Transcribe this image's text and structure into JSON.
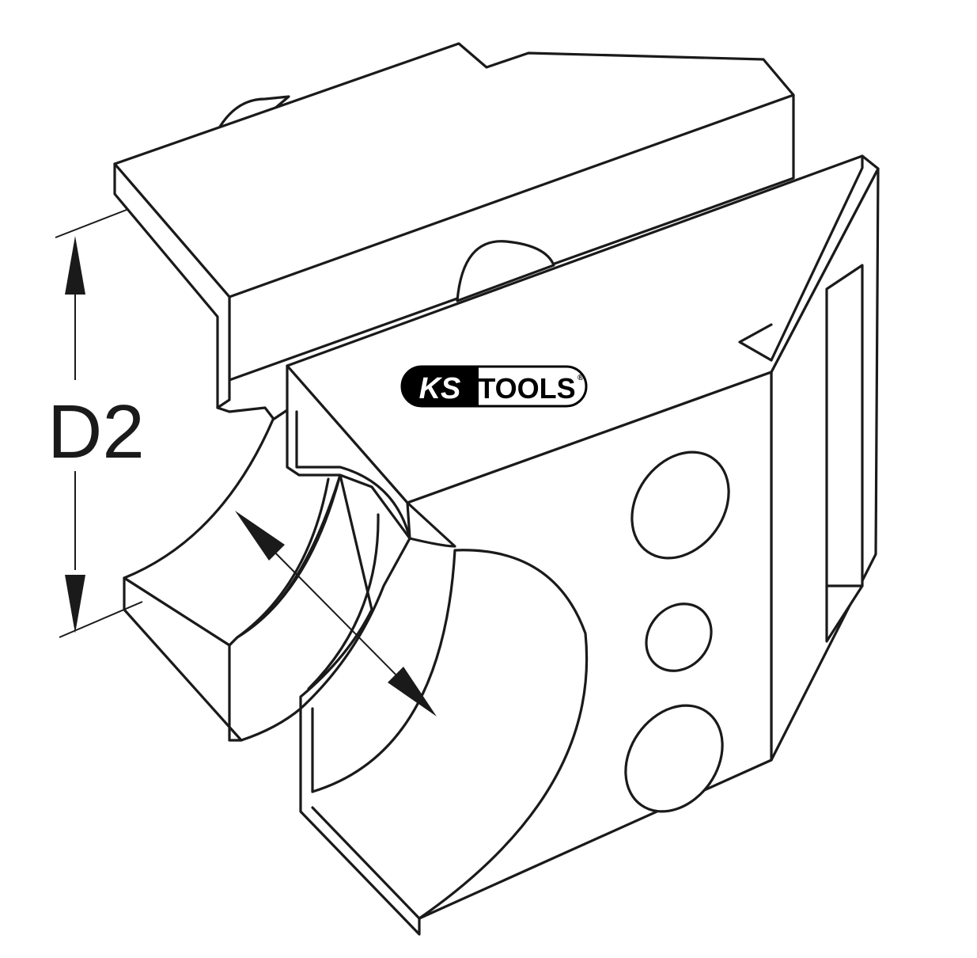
{
  "diagram": {
    "dimension_label": "D2",
    "logo": {
      "text_left": "KS",
      "text_right": "TOOLS",
      "registered": "®",
      "color_dark": "#000000",
      "color_light": "#ffffff"
    },
    "line_color": "#1a1a1a"
  }
}
